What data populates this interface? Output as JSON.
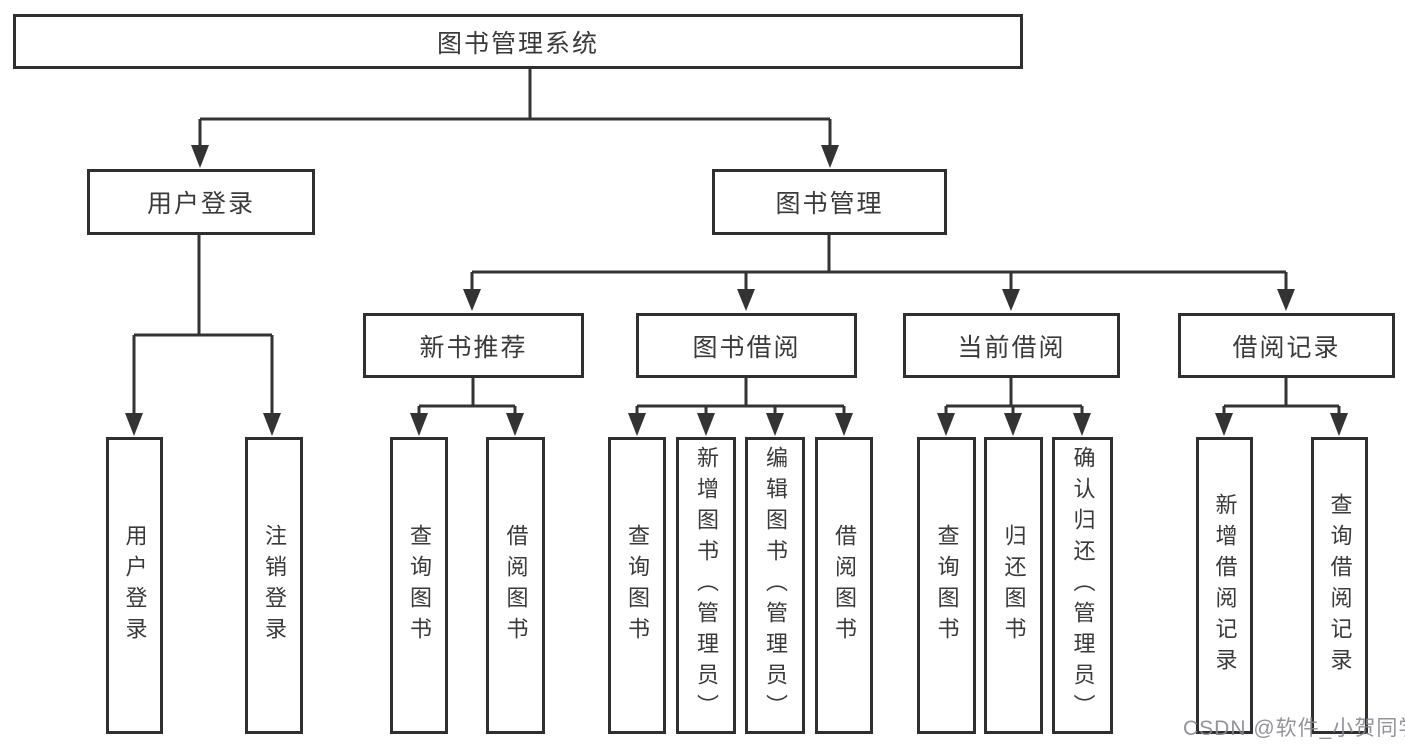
{
  "diagram": {
    "root_label": "图书管理系统",
    "level1": [
      "用户登录",
      "图书管理"
    ],
    "level2": [
      "新书推荐",
      "图书借阅",
      "当前借阅",
      "借阅记录"
    ],
    "leaves_user": [
      "用户登录",
      "注销登录"
    ],
    "leaves_newbook": [
      "查询图书",
      "借阅图书"
    ],
    "leaves_borrow": [
      "查询图书",
      "新增图书（管理员）",
      "编辑图书（管理员）",
      "借阅图书"
    ],
    "leaves_current": [
      "查询图书",
      "归还图书",
      "确认归还（管理员）"
    ],
    "leaves_records": [
      "新增借阅记录",
      "查询借阅记录"
    ]
  },
  "watermark": {
    "text": "CSDN @软件_小贺同学"
  },
  "colors": {
    "background": "#ffffff",
    "box_fill": "#ffffff",
    "box_border": "#2f2f2f",
    "text": "#3a3a3a",
    "connector": "#333333",
    "watermark_text": "#87878f"
  }
}
